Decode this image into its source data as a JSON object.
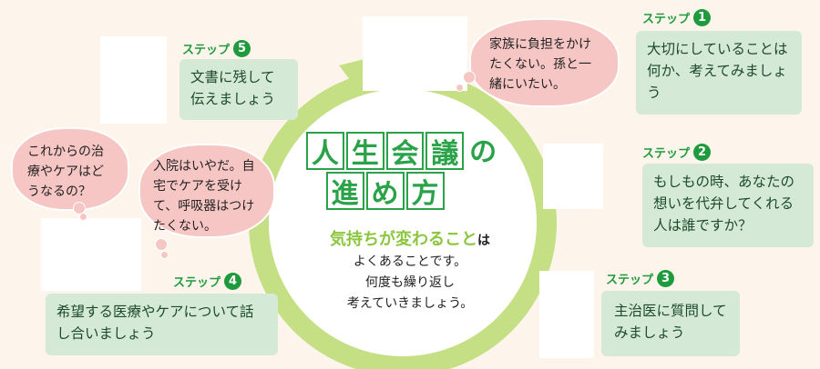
{
  "title": {
    "chars": [
      "人",
      "生",
      "会",
      "議",
      "の"
    ],
    "chars2": [
      "進",
      "め",
      "方"
    ]
  },
  "center": {
    "highlight": "気持ちが変わること",
    "highlight_suffix": "は",
    "lines": [
      "よくあることです。",
      "何度も繰り返し",
      "考えていきましょう。"
    ]
  },
  "steps": [
    {
      "label": "ステップ",
      "num": "1",
      "text": "大切にしていることは何か、考えてみましょう"
    },
    {
      "label": "ステップ",
      "num": "2",
      "text": "もしもの時、あなたの想いを代弁してくれる人は誰ですか？"
    },
    {
      "label": "ステップ",
      "num": "3",
      "text": "主治医に質問してみましょう"
    },
    {
      "label": "ステップ",
      "num": "4",
      "text": "希望する医療やケアについて話し合いましょう"
    },
    {
      "label": "ステップ",
      "num": "5",
      "text": "文書に残して伝えましょう"
    }
  ],
  "bubbles": [
    {
      "text": "家族に負担をかけたくない。孫と一緒にいたい。"
    },
    {
      "text": "これからの治療やケアはどうなるの？"
    },
    {
      "text": "入院はいやだ。自宅でケアを受けて、呼吸器はつけたくない。"
    }
  ],
  "colors": {
    "ring": "#c5df84",
    "green": "#1f9a3c",
    "step_bg": "#d5ead6",
    "bubble": "#f6c6c4",
    "bg": "#fdf5ec"
  }
}
